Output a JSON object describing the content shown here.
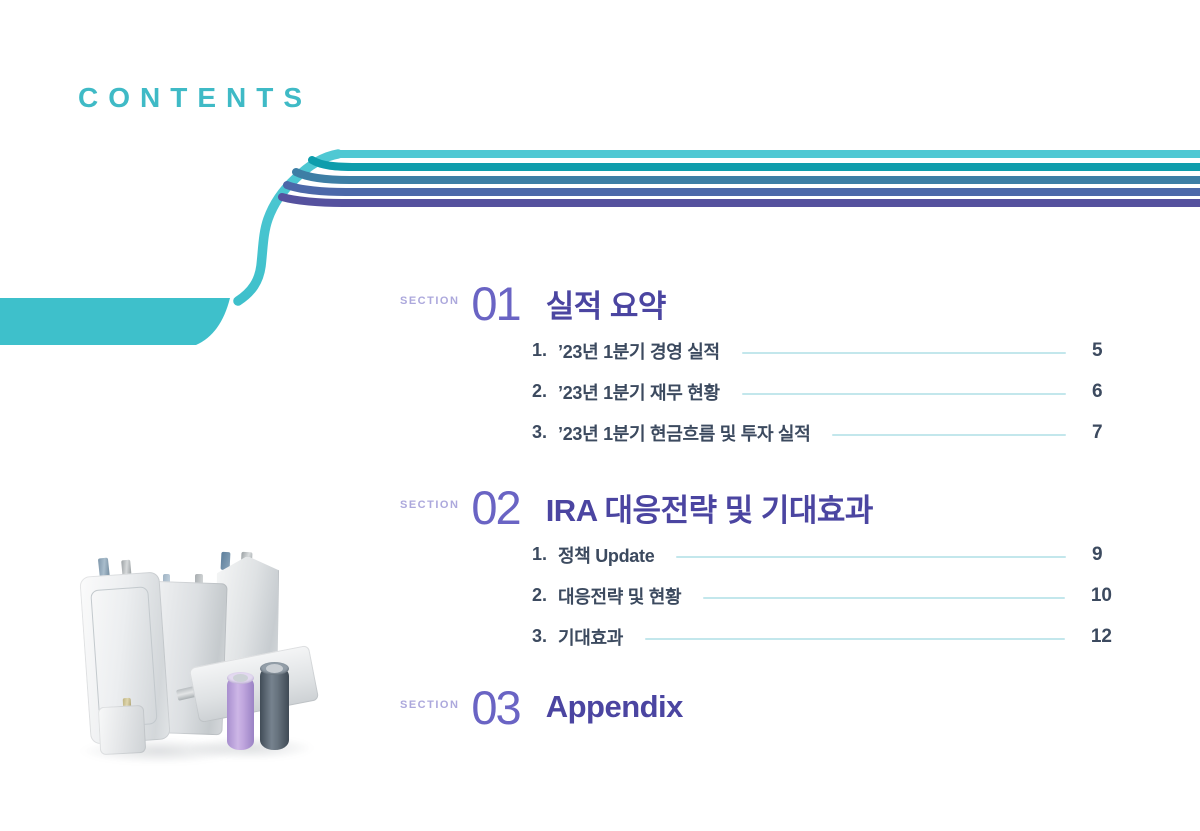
{
  "header": {
    "title": "CONTENTS"
  },
  "theme": {
    "accent_teal": "#3EC0CB",
    "stripe_light": "#4FC8D3",
    "contents_teal": "#3FBAC6",
    "title_purple": "#4B45A1",
    "number_purple": "#6A64C4",
    "label_purple": "#ACA8DC",
    "item_text": "#3C4A5F",
    "leader_line": "#C3E7EC",
    "stripes": [
      "#4FC8D3",
      "#0E9DAC",
      "#3D7EA5",
      "#4C68A9",
      "#55519E"
    ]
  },
  "sections": [
    {
      "label": "SECTION",
      "number": "01",
      "title": "실적 요약",
      "items": [
        {
          "no": "1.",
          "label": "’23년 1분기 경영 실적",
          "page": "5"
        },
        {
          "no": "2.",
          "label": "’23년 1분기 재무 현황",
          "page": "6"
        },
        {
          "no": "3.",
          "label": "’23년 1분기 현금흐름 및 투자 실적",
          "page": "7"
        }
      ]
    },
    {
      "label": "SECTION",
      "number": "02",
      "title": "IRA 대응전략 및 기대효과",
      "items": [
        {
          "no": "1.",
          "label": "정책 Update",
          "page": "9"
        },
        {
          "no": "2.",
          "label": "대응전략 및 현황",
          "page": "10"
        },
        {
          "no": "3.",
          "label": "기대효과",
          "page": "12"
        }
      ]
    },
    {
      "label": "SECTION",
      "number": "03",
      "title": "Appendix",
      "items": []
    }
  ],
  "figure": {
    "alt": "Pouch and cylindrical battery cells"
  }
}
